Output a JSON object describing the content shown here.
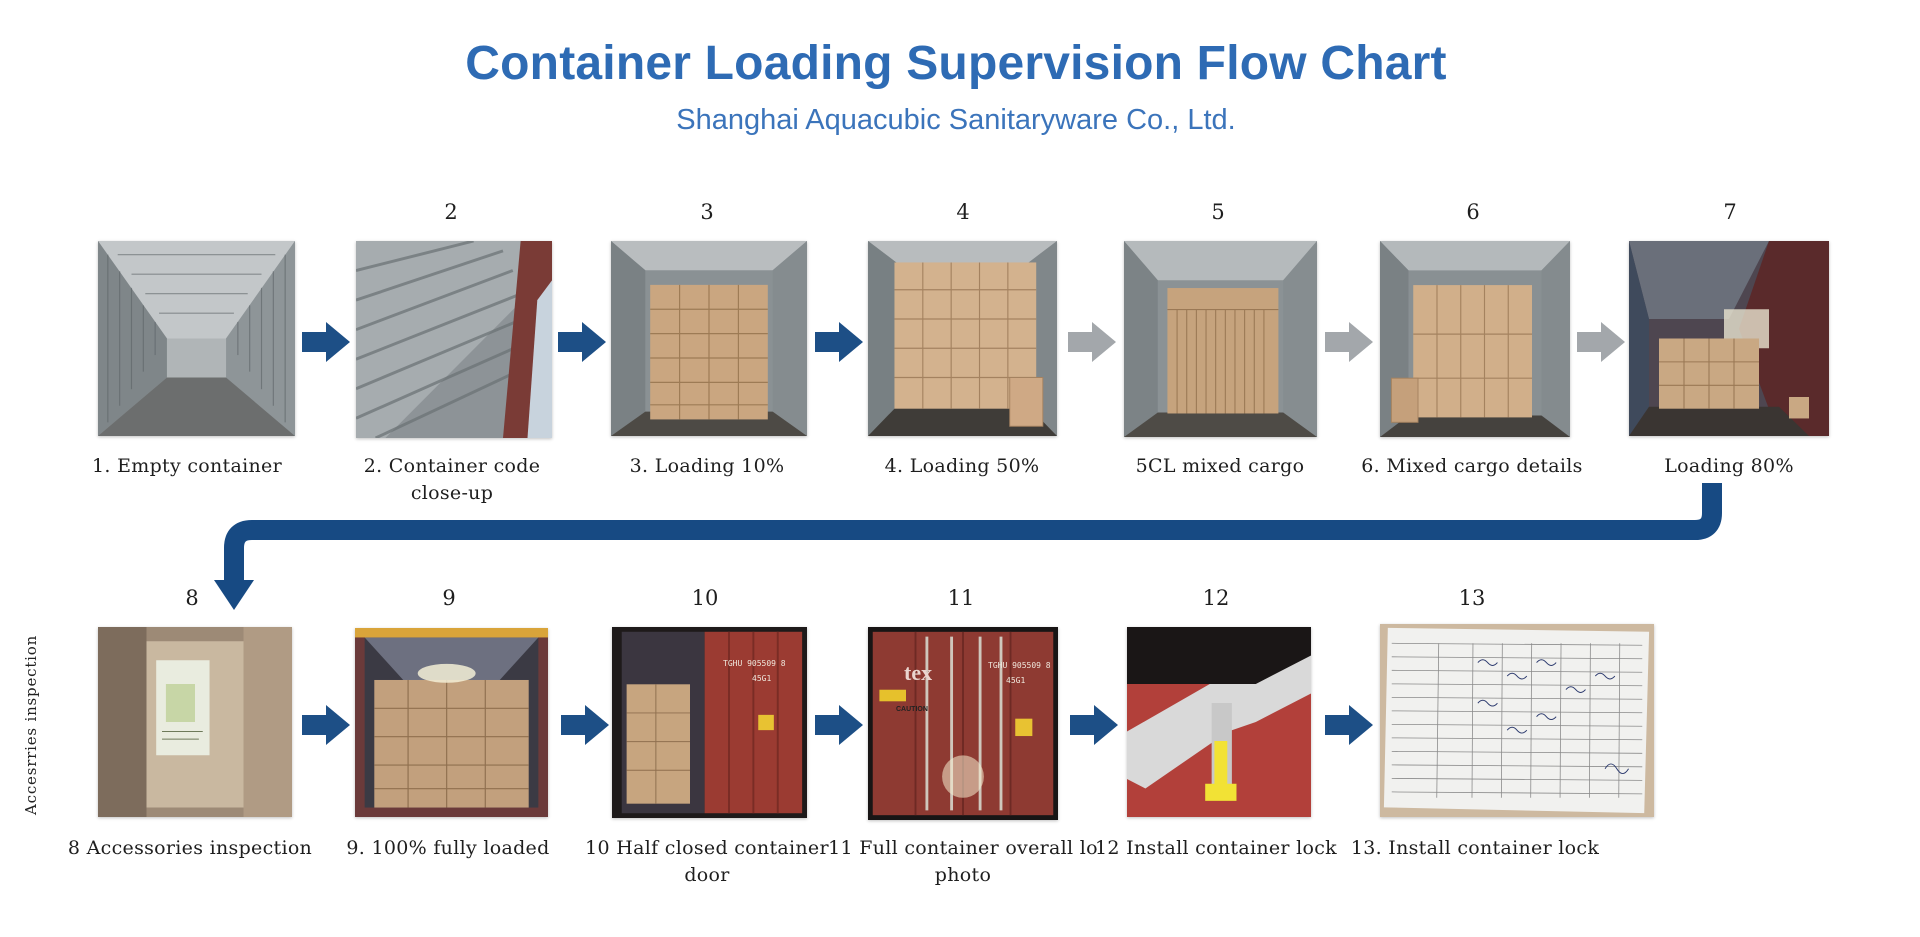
{
  "header": {
    "title": "Container Loading Supervision Flow Chart",
    "company": "Shanghai Aquacubic Sanitaryware Co., Ltd."
  },
  "row1": {
    "steps": [
      {
        "number": "",
        "caption": "1. Empty container"
      },
      {
        "number": "2",
        "caption": "2. Container code\nclose-up"
      },
      {
        "number": "3",
        "caption": "3. Loading 10%"
      },
      {
        "number": "4",
        "caption": "4. Loading 50%"
      },
      {
        "number": "5",
        "caption": "5CL mixed cargo"
      },
      {
        "number": "6",
        "caption": "6. Mixed cargo details"
      },
      {
        "number": "7",
        "caption": "Loading 80%"
      }
    ]
  },
  "row2": {
    "side_label": "Accesrries inspection",
    "steps": [
      {
        "number": "8",
        "caption": "8 Accessories inspection"
      },
      {
        "number": "9",
        "caption": "9. 100% fully loaded"
      },
      {
        "number": "10",
        "caption": "10 Half closed container\ndoor"
      },
      {
        "number": "11",
        "caption": "11 Full container overall lo\nphoto"
      },
      {
        "number": "12",
        "caption": "12 Install container lock"
      },
      {
        "number": "13",
        "caption": "13. Install container lock"
      }
    ]
  },
  "container_markings": {
    "code": "TGHU 905509 8",
    "size_type": "45G1",
    "brand": "tex",
    "caution": "CAUTION"
  },
  "colors": {
    "title": "#2e6bb4",
    "arrow_dark": "#1d4f86",
    "arrow_gray": "#a3a7ab",
    "connector": "#174a83"
  },
  "icons": {
    "flow_arrow": "arrow-right-icon",
    "connector": "bent-down-arrow-icon"
  }
}
